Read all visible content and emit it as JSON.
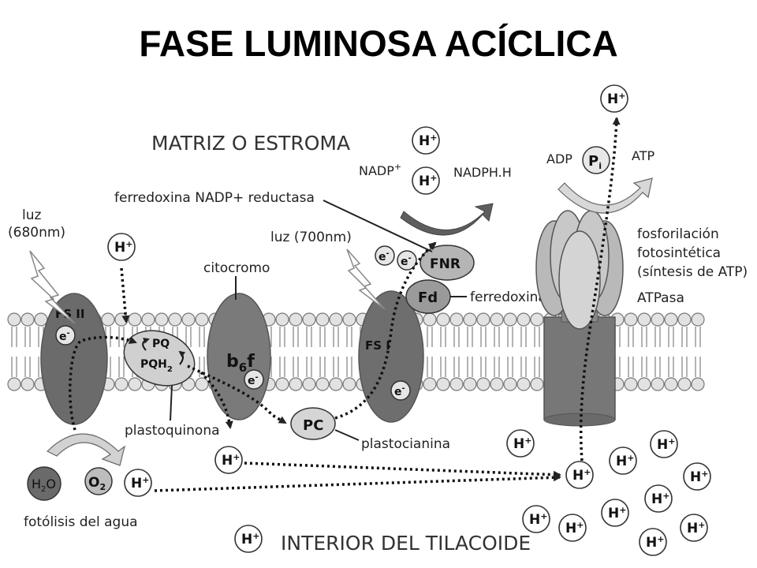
{
  "title": "FASE LUMINOSA ACÍCLICA",
  "regions": {
    "stroma": "MATRIZ O ESTROMA",
    "lumen": "INTERIOR DEL TILACOIDE"
  },
  "labels": {
    "luz_psii_1": "luz",
    "luz_psii_2": "(680nm)",
    "luz_psi": "luz (700nm)",
    "fnr_name": "ferredoxina NADP+ reductasa",
    "citocromo": "citocromo",
    "plastoquinona": "plastoquinona",
    "plastocianina": "plastocianina",
    "ferredoxina": "ferredoxina",
    "nadp": "NADP",
    "nadp_sup": "+",
    "nadph": "NADPH.H",
    "adp": "ADP",
    "atp": "ATP",
    "fosforilacion_1": "fosforilación",
    "fosforilacion_2": "fotosintética",
    "fosforilacion_3": "(síntesis de ATP)",
    "atpasa": "ATPasa",
    "fotolisis": "fotólisis del agua"
  },
  "complexes": {
    "psii": "FS II",
    "psi": "FS I",
    "pq": "PQ",
    "pqh": "PQH",
    "pqh_sub": "2",
    "b6f_b": "b",
    "b6f_6": "6",
    "b6f_f": "f",
    "pc": "PC",
    "fd": "Fd",
    "fnr": "FNR"
  },
  "molecules": {
    "h": "H",
    "h_sup": "+",
    "e": "e",
    "e_sup": "-",
    "pi_p": "P",
    "pi_i": "i",
    "h2o_h": "H",
    "h2o_2": "2",
    "h2o_o": "O",
    "o2_o": "O",
    "o2_2": "2"
  },
  "colors": {
    "dark_gray": "#6e6e6e",
    "mid_gray": "#9a9a9a",
    "light_gray": "#cfcfcf",
    "pale": "#e6e6e6",
    "arrow_dark": "#5a5a5a"
  }
}
